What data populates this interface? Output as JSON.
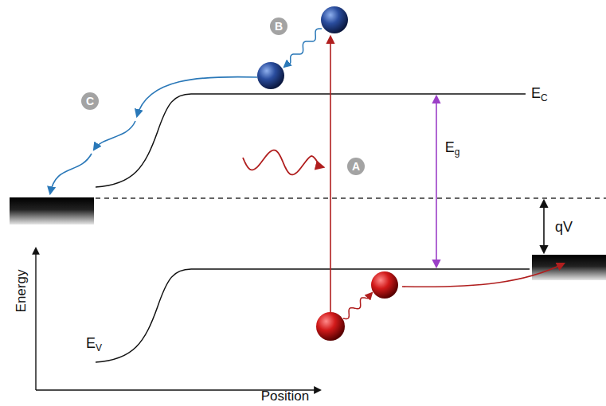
{
  "diagram": {
    "nodes": [
      {
        "text": [
          "B"
        ]
      },
      {
        "text": [
          "C"
        ]
      },
      {
        "text": [
          "A"
        ]
      }
    ],
    "labels": [
      "EC",
      "Eg",
      "qV",
      "Energy",
      "EV",
      "Position"
    ]
  }
}
